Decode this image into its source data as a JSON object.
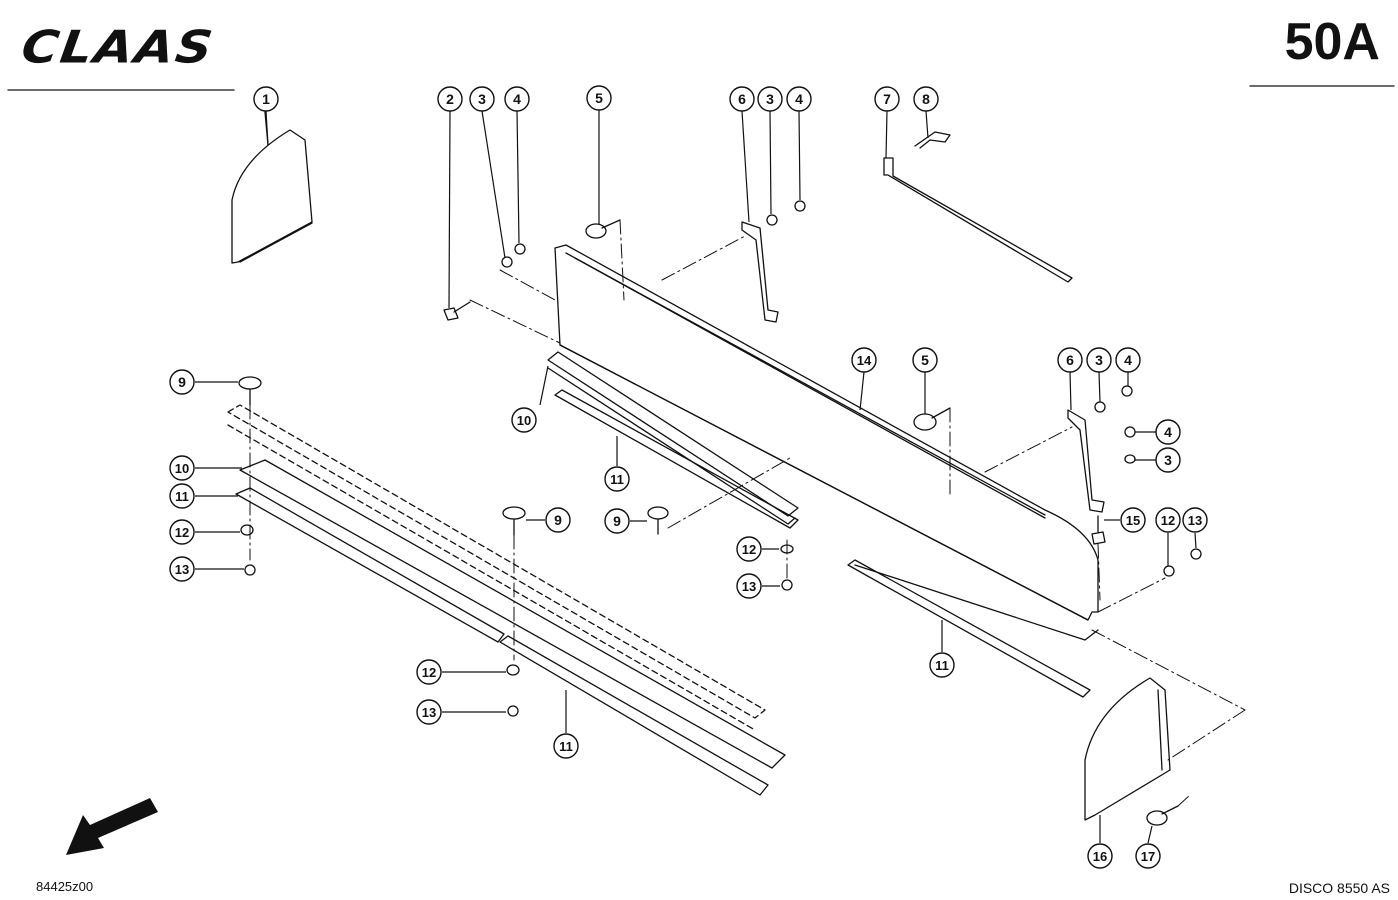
{
  "header": {
    "brand": "CLAAS",
    "page_number": "50A"
  },
  "footer": {
    "diagram_code": "84425z00",
    "model": "DISCO 8550 AS"
  },
  "callouts": [
    {
      "id": "c-1-top",
      "label": "1"
    },
    {
      "id": "c-2",
      "label": "2"
    },
    {
      "id": "c-3a",
      "label": "3"
    },
    {
      "id": "c-4a",
      "label": "4"
    },
    {
      "id": "c-5a",
      "label": "5"
    },
    {
      "id": "c-6a",
      "label": "6"
    },
    {
      "id": "c-3b",
      "label": "3"
    },
    {
      "id": "c-4b",
      "label": "4"
    },
    {
      "id": "c-7",
      "label": "7"
    },
    {
      "id": "c-8",
      "label": "8"
    },
    {
      "id": "c-14",
      "label": "14"
    },
    {
      "id": "c-5b",
      "label": "5"
    },
    {
      "id": "c-6b",
      "label": "6"
    },
    {
      "id": "c-3c",
      "label": "3"
    },
    {
      "id": "c-4c",
      "label": "4"
    },
    {
      "id": "c-4d",
      "label": "4"
    },
    {
      "id": "c-3d",
      "label": "3"
    },
    {
      "id": "c-15",
      "label": "15"
    },
    {
      "id": "c-12a",
      "label": "12"
    },
    {
      "id": "c-13a",
      "label": "13"
    },
    {
      "id": "c-9a",
      "label": "9"
    },
    {
      "id": "c-10a",
      "label": "10"
    },
    {
      "id": "c-11a",
      "label": "11"
    },
    {
      "id": "c-10b",
      "label": "10"
    },
    {
      "id": "c-11b",
      "label": "11"
    },
    {
      "id": "c-12b",
      "label": "12"
    },
    {
      "id": "c-13b",
      "label": "13"
    },
    {
      "id": "c-9b",
      "label": "9"
    },
    {
      "id": "c-9c",
      "label": "9"
    },
    {
      "id": "c-12c",
      "label": "12"
    },
    {
      "id": "c-13c",
      "label": "13"
    },
    {
      "id": "c-12d",
      "label": "12"
    },
    {
      "id": "c-13d",
      "label": "13"
    },
    {
      "id": "c-11c",
      "label": "11"
    },
    {
      "id": "c-11d",
      "label": "11"
    },
    {
      "id": "c-16",
      "label": "16"
    },
    {
      "id": "c-17",
      "label": "17"
    }
  ]
}
